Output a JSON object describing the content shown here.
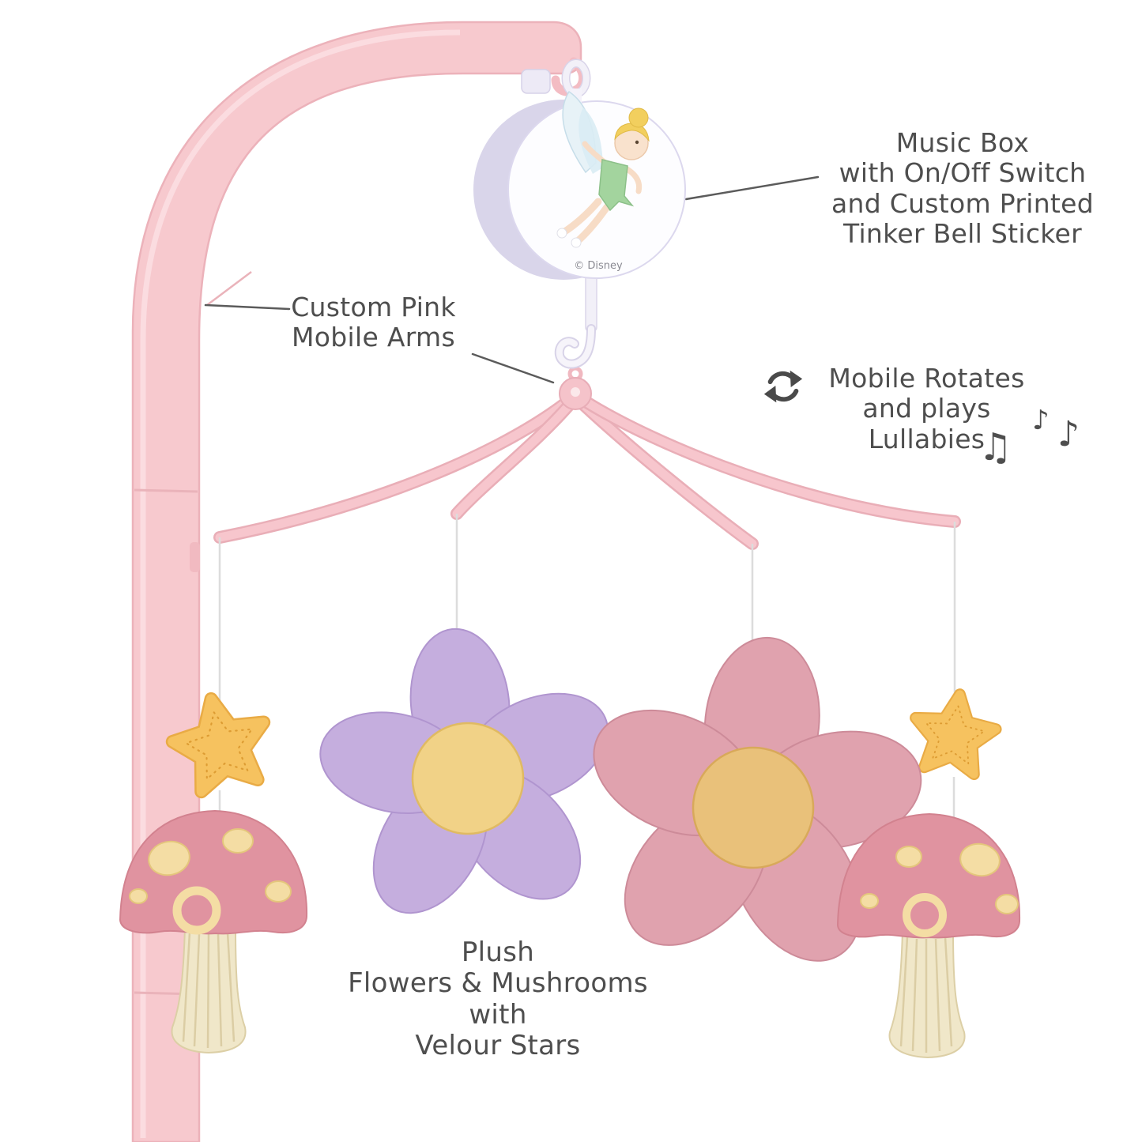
{
  "product": {
    "brand_credit": "© Disney",
    "colors": {
      "arm_pink": "#f7c9ce",
      "arm_pink_edge": "#ecb2ba",
      "music_box_white": "#fdfdff",
      "music_box_rim": "#d9d5ea",
      "string_gray": "#dcdcdc",
      "purple_flower": "#c5aede",
      "pink_flower": "#e0a2ae",
      "flower_center_yellow": "#f1d287",
      "star_yellow": "#f6c25f",
      "mushroom_cap_pink": "#e093a0",
      "mushroom_spot_cream": "#f4dda4",
      "mushroom_stem_cream": "#f0e7c9",
      "annotation_text": "#4e4e4e",
      "tinker_bell_dress_green": "#a3d49e"
    }
  },
  "annotations": {
    "music_box": {
      "text": "Music Box\nwith On/Off Switch\nand Custom Printed\nTinker Bell Sticker"
    },
    "mobile_arms": {
      "text": "Custom Pink\nMobile Arms"
    },
    "rotate": {
      "text": "Mobile Rotates\nand plays\nLullabies",
      "icon": "circular-rotate-arrows",
      "note1": "♫",
      "note2": "♪",
      "note3": "♪"
    },
    "plush": {
      "text": "Plush\nFlowers & Mushrooms\nwith\nVelour Stars"
    }
  }
}
